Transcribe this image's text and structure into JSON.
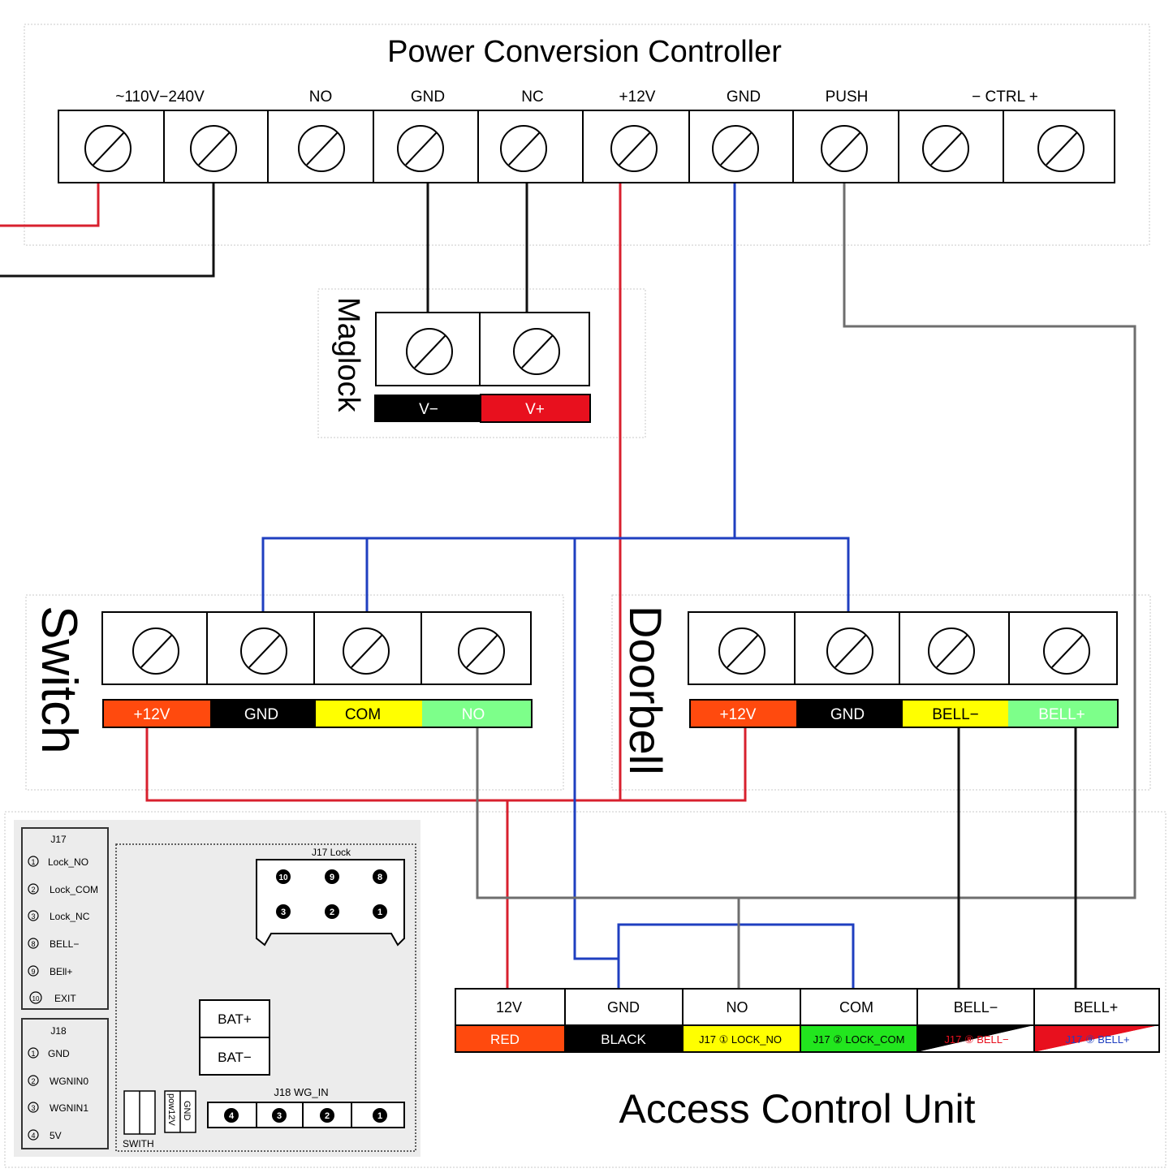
{
  "controller": {
    "title": "Power Conversion Controller",
    "terminals": [
      "~110V−240V",
      "NO",
      "GND",
      "NC",
      "+12V",
      "GND",
      "PUSH",
      "− CTRL +"
    ]
  },
  "maglock": {
    "title": "Maglock",
    "labels": [
      "V−",
      "V+"
    ]
  },
  "switch": {
    "title": "Switch",
    "labels": [
      "+12V",
      "GND",
      "COM",
      "NO"
    ]
  },
  "doorbell": {
    "title": "Doorbell",
    "labels": [
      "+12V",
      "GND",
      "BELL−",
      "BELL+"
    ]
  },
  "board": {
    "j17_title": "J17",
    "j17_items": [
      "Lock_NO",
      "Lock_COM",
      "Lock_NC",
      "BELL−",
      "BEll+",
      "EXIT"
    ],
    "j17_nums": [
      "1",
      "2",
      "3",
      "8",
      "9",
      "10"
    ],
    "j18_title": "J18",
    "j18_items": [
      "GND",
      "WGNIN0",
      "WGNIN1",
      "5V"
    ],
    "j18_nums": [
      "1",
      "2",
      "3",
      "4"
    ],
    "j17_lock_title": "J17 Lock",
    "j17_lock_top": [
      "10",
      "9",
      "8"
    ],
    "j17_lock_bottom": [
      "3",
      "2",
      "1"
    ],
    "bat_plus": "BAT+",
    "bat_minus": "BAT−",
    "j18_wg_title": "J18 WG_IN",
    "j18_wg_pins": [
      "4",
      "3",
      "2",
      "1"
    ],
    "switch_label": "SWITH",
    "pow_label": "pow12V",
    "gnd_label": "GND"
  },
  "acu": {
    "title": "Access Control Unit",
    "headers": [
      "12V",
      "GND",
      "NO",
      "COM",
      "BELL−",
      "BELL+"
    ],
    "colors": [
      "RED",
      "BLACK",
      "J17 ① LOCK_NO",
      "J17 ② LOCK_COM",
      "J17 ⑧ BELL−",
      "J17 ⑨ BELL+"
    ]
  },
  "wire_colors": {
    "red": "#d8202e",
    "black": "#111111",
    "blue": "#1f3fc0",
    "gray": "#6e6e6e"
  }
}
